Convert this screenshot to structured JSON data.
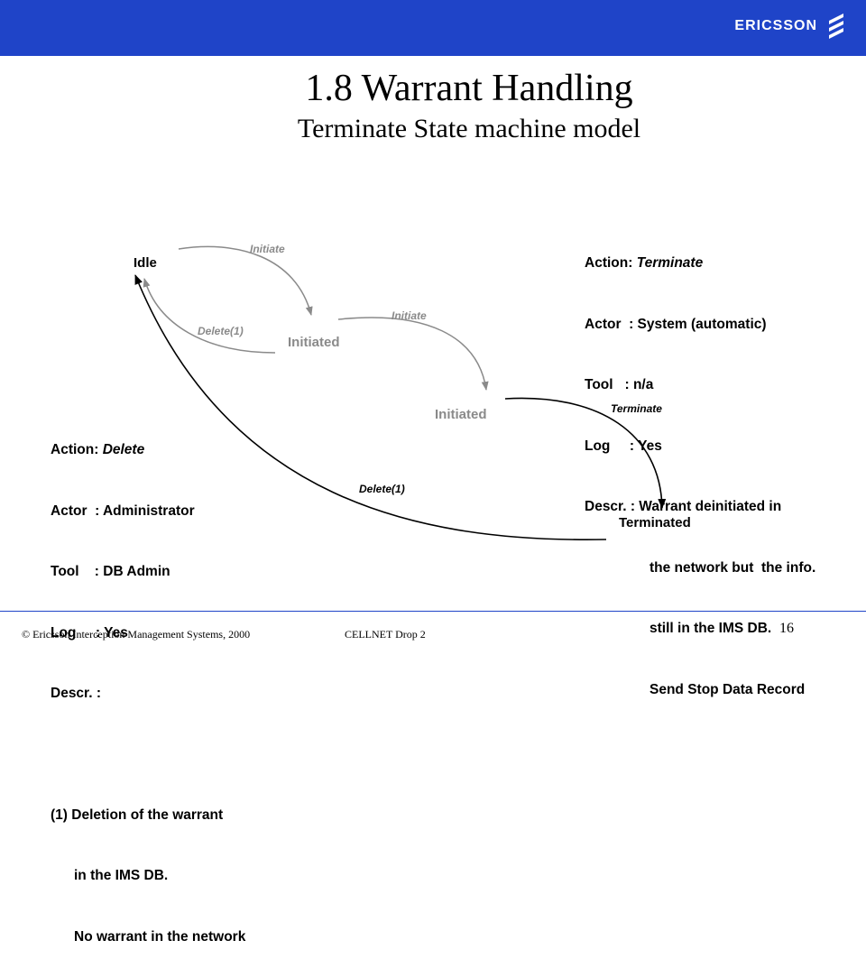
{
  "header": {
    "brand": "ERICSSON",
    "brand_color": "#1f44c8",
    "logo_icon": "ericsson-logo-icon"
  },
  "title": {
    "main": "1.8 Warrant Handling",
    "sub": "Terminate State machine model"
  },
  "states": {
    "idle": "Idle",
    "initiated_1": "Initiated",
    "initiated_2": "Initiated",
    "terminated": "Terminated"
  },
  "transitions": {
    "initiate_1": "Initiate",
    "delete_1": "Delete(1)",
    "initiate_2": "Initiate",
    "terminate": "Terminate",
    "delete_2": "Delete(1)"
  },
  "terminate_note": {
    "action_key": "Action: ",
    "action_val": "Terminate",
    "actor": "Actor  : System (automatic)",
    "tool": "Tool   : n/a",
    "log": "Log     : Yes",
    "descr_1": "Descr. : Warrant deinitiated in",
    "descr_2": "the network but  the info.",
    "descr_3": "still in the IMS DB.",
    "descr_4": "Send Stop Data Record"
  },
  "delete_note": {
    "action_key": "Action: ",
    "action_val": "Delete",
    "actor": "Actor  : Administrator",
    "tool": "Tool    : DB Admin",
    "log": "Log     : Yes",
    "descr": "Descr. :",
    "item_1": "(1) Deletion of the warrant",
    "item_2": "in the IMS DB.",
    "item_3": "No warrant in the network"
  },
  "footer": {
    "copyright": "© Ericsson Interception Management Systems, 2000",
    "doc": "CELLNET  Drop  2",
    "page": "16"
  }
}
